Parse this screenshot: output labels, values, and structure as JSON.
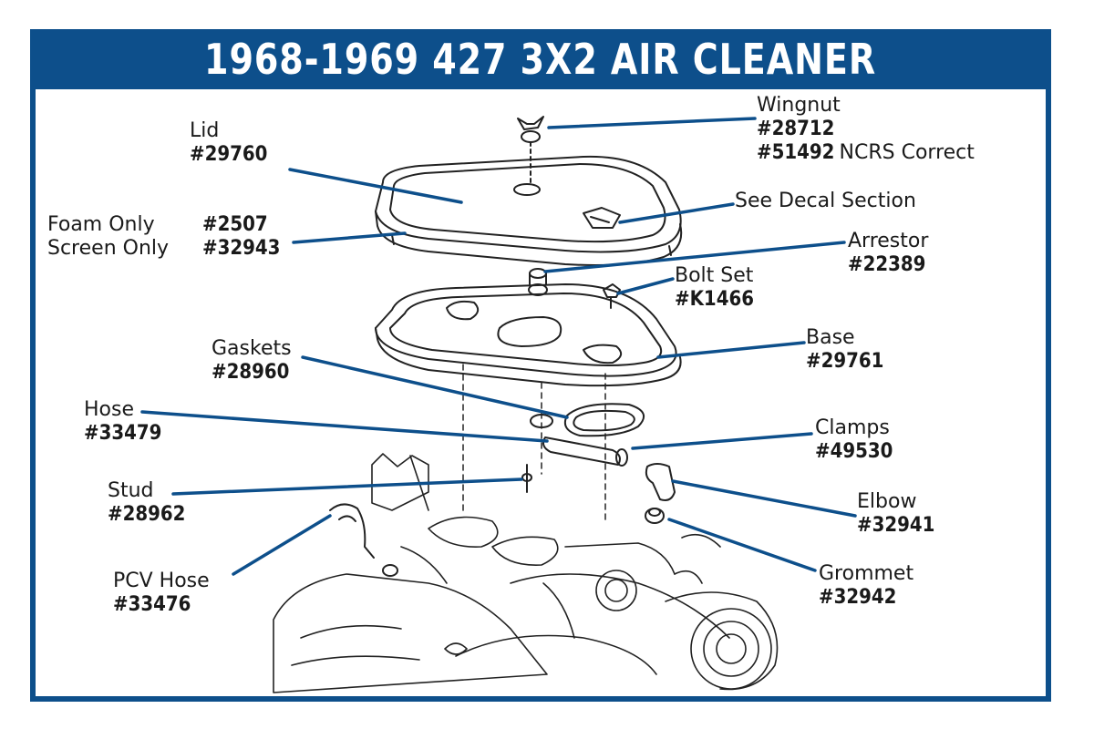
{
  "title": "1968-1969 427 3X2 AIR CLEANER",
  "colors": {
    "accent": "#0d4f8b",
    "line": "#0d4f8b",
    "ink": "#1a1a1a"
  },
  "callouts": {
    "wingnut": {
      "name": "Wingnut",
      "pn1": "#28712",
      "pn2": "#51492",
      "note": "NCRS Correct"
    },
    "lid": {
      "name": "Lid",
      "pn": "#29760"
    },
    "decal": {
      "name": "See Decal Section"
    },
    "foam": {
      "name": "Foam Only",
      "pn": "#2507"
    },
    "screen": {
      "name": "Screen Only",
      "pn": "#32943"
    },
    "arrestor": {
      "name": "Arrestor",
      "pn": "#22389"
    },
    "bolt_set": {
      "name": "Bolt Set",
      "pn": "#K1466"
    },
    "base": {
      "name": "Base",
      "pn": "#29761"
    },
    "gaskets": {
      "name": "Gaskets",
      "pn": "#28960"
    },
    "hose": {
      "name": "Hose",
      "pn": "#33479"
    },
    "clamps": {
      "name": "Clamps",
      "pn": "#49530"
    },
    "stud": {
      "name": "Stud",
      "pn": "#28962"
    },
    "elbow": {
      "name": "Elbow",
      "pn": "#32941"
    },
    "pcv_hose": {
      "name": "PCV Hose",
      "pn": "#33476"
    },
    "grommet": {
      "name": "Grommet",
      "pn": "#32942"
    }
  }
}
